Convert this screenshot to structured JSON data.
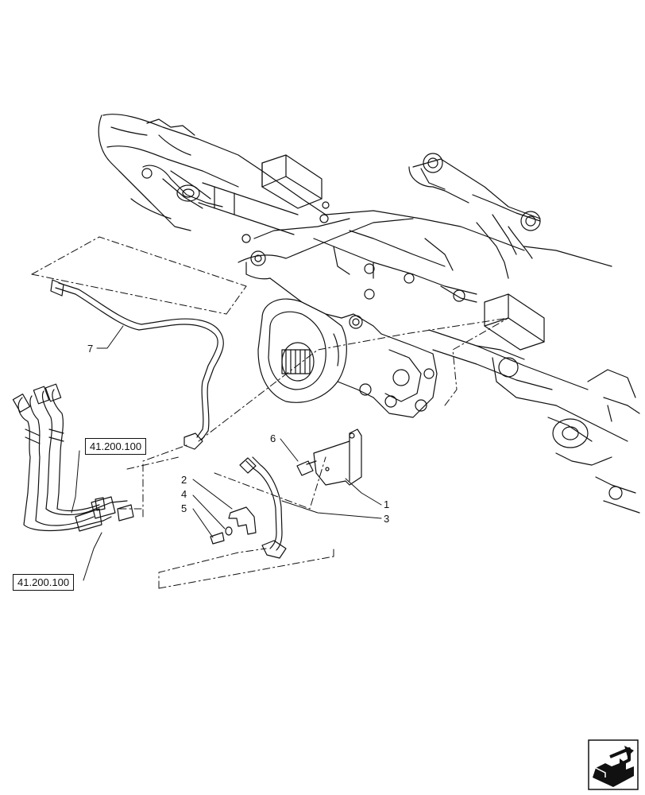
{
  "figure": {
    "callouts": [
      {
        "id": "1",
        "text": "1"
      },
      {
        "id": "2",
        "text": "2"
      },
      {
        "id": "3",
        "text": "3"
      },
      {
        "id": "4",
        "text": "4"
      },
      {
        "id": "5",
        "text": "5"
      },
      {
        "id": "6",
        "text": "6"
      },
      {
        "id": "7",
        "text": "7"
      }
    ],
    "references": [
      {
        "text": "41.200.100"
      },
      {
        "text": "41.200.100"
      }
    ],
    "nav_icon": "next-page-arrow-icon"
  }
}
